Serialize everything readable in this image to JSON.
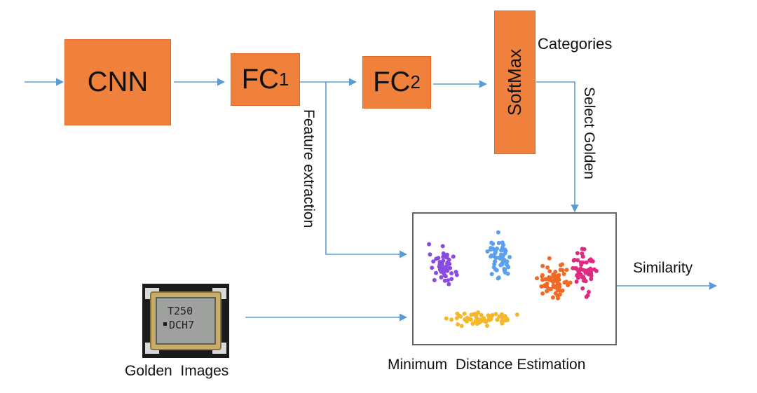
{
  "diagram": {
    "blocks": {
      "cnn": {
        "label": "CNN"
      },
      "fc1": {
        "label": "FC",
        "sub": "1"
      },
      "fc2": {
        "label": "FC",
        "sub": "2"
      },
      "softmax": {
        "label": "SoftMax"
      }
    },
    "labels": {
      "categories": "Categories",
      "select_golden": "Select Golden",
      "feature_extraction": "Feature extraction",
      "similarity": "Similarity",
      "golden_images": "Golden  Images",
      "min_distance": "Minimum  Distance Estimation"
    },
    "chip": {
      "line1": "T250",
      "line2": "DCH7"
    },
    "colors": {
      "block_fill": "#f0813d",
      "arrow": "#5b9bd5",
      "cluster_purple": "#8a4be0",
      "cluster_blue": "#5aa0ee",
      "cluster_orange": "#f06a25",
      "cluster_magenta": "#e02a80",
      "cluster_yellow": "#f5b82a"
    }
  }
}
